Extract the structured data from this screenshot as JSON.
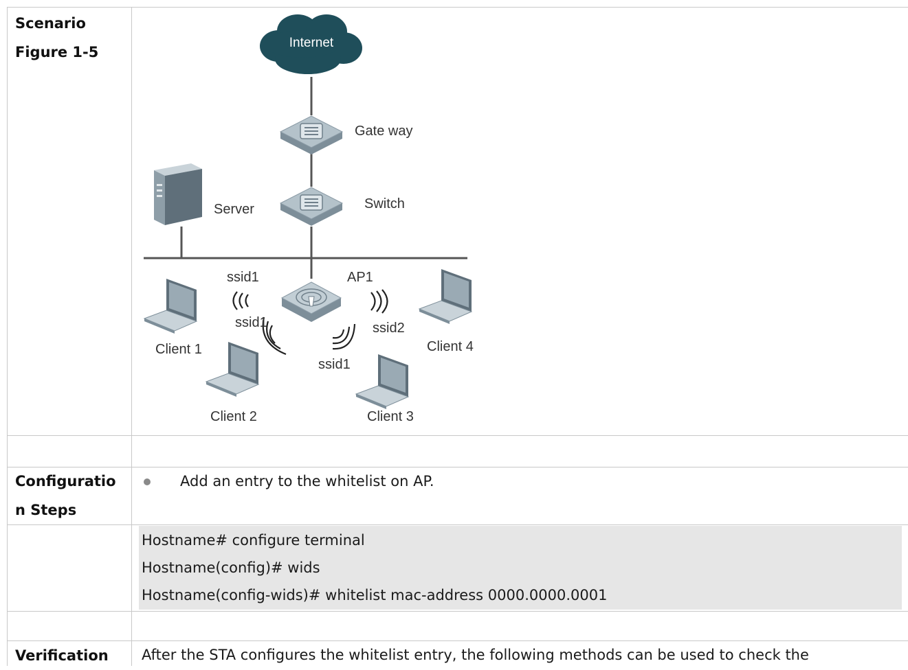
{
  "scenario": {
    "label": "Scenario",
    "figure_label": "Figure 1-5"
  },
  "diagram": {
    "internet": "Internet",
    "gateway": "Gate way",
    "switch": "Switch",
    "server": "Server",
    "ap": "AP1",
    "ssid_left_top": "ssid1",
    "ssid_left_bottom": "ssid1",
    "ssid_right": "ssid2",
    "ssid_bottom": "ssid1",
    "client1": "Client 1",
    "client2": "Client 2",
    "client3": "Client 3",
    "client4": "Client 4"
  },
  "config": {
    "label_line1": "Configuratio",
    "label_line2": "n Steps",
    "bullet_text": "Add an entry to the whitelist on AP.",
    "code": [
      "Hostname# configure terminal",
      "Hostname(config)# wids",
      "Hostname(config-wids)# whitelist mac-address 0000.0000.0001"
    ]
  },
  "verification": {
    "label": "Verification",
    "text": "After the STA configures the whitelist entry, the following methods can be used to check the"
  },
  "colors": {
    "cloud": "#1f4e5a",
    "device": "#a9b8c1",
    "border": "#c8c8c8",
    "code_bg": "#e6e6e6"
  }
}
